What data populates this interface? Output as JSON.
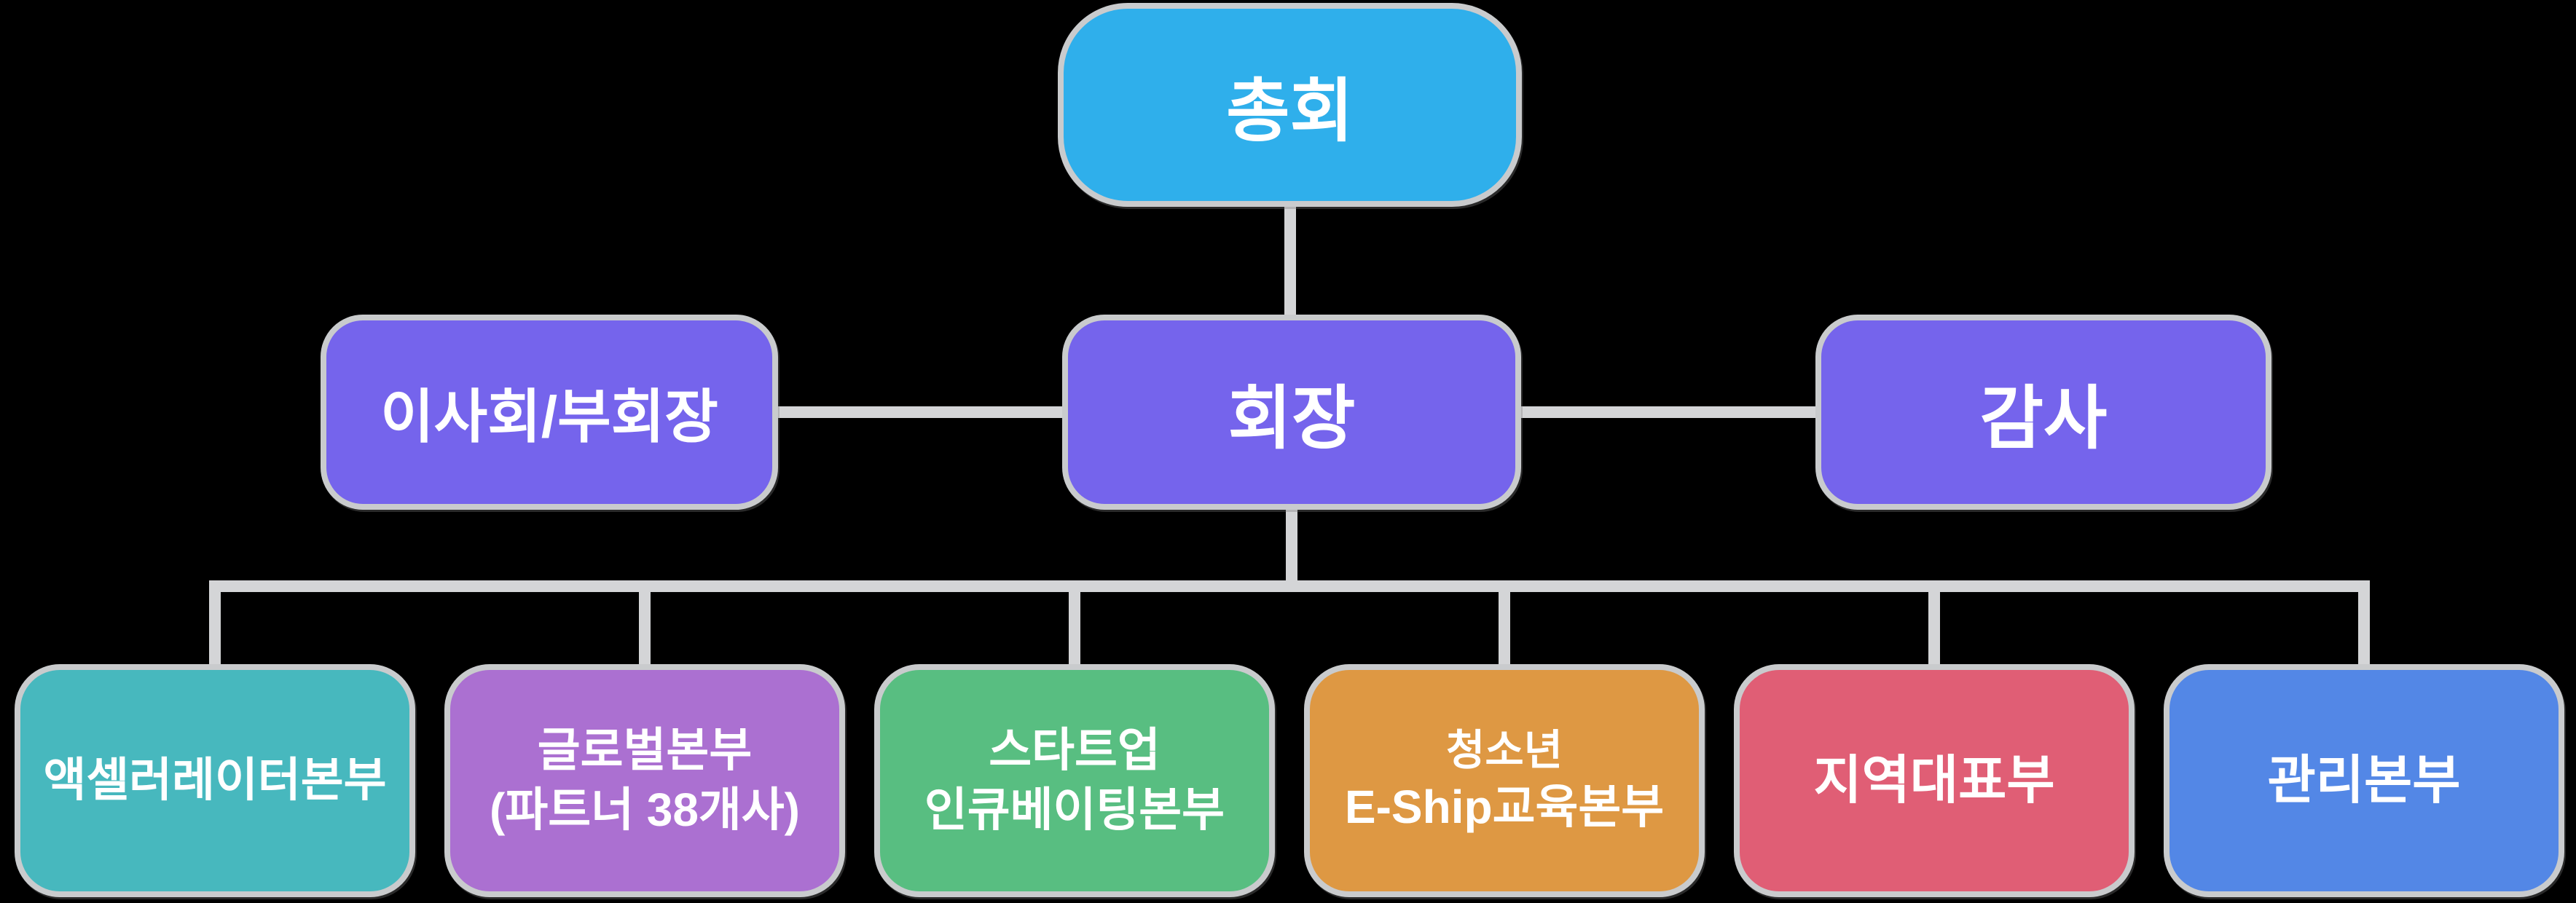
{
  "page": {
    "background_color": "#000000",
    "connector_color": "#d4d5d7",
    "node_border_color": "#c9cbcd",
    "text_color": "#ffffff"
  },
  "nodes": {
    "assembly": {
      "label": "총회",
      "color": "#2fafeb"
    },
    "board": {
      "label": "이사회/부회장",
      "color": "#7564ec"
    },
    "chairman": {
      "label": "회장",
      "color": "#7564ec"
    },
    "audit": {
      "label": "감사",
      "color": "#7564ec"
    },
    "departments": [
      {
        "lines": [
          "액셀러레이터본부"
        ],
        "color": "#47b8be"
      },
      {
        "lines": [
          "글로벌본부",
          "(파트너 38개사)"
        ],
        "color": "#ab70d1"
      },
      {
        "lines": [
          "스타트업",
          "인큐베이팅본부"
        ],
        "color": "#58be81"
      },
      {
        "lines": [
          "청소년",
          "E-Ship교육본부"
        ],
        "color": "#de9843"
      },
      {
        "lines": [
          "지역대표부"
        ],
        "color": "#e05e75"
      },
      {
        "lines": [
          "관리본부"
        ],
        "color": "#5387e6"
      }
    ]
  }
}
